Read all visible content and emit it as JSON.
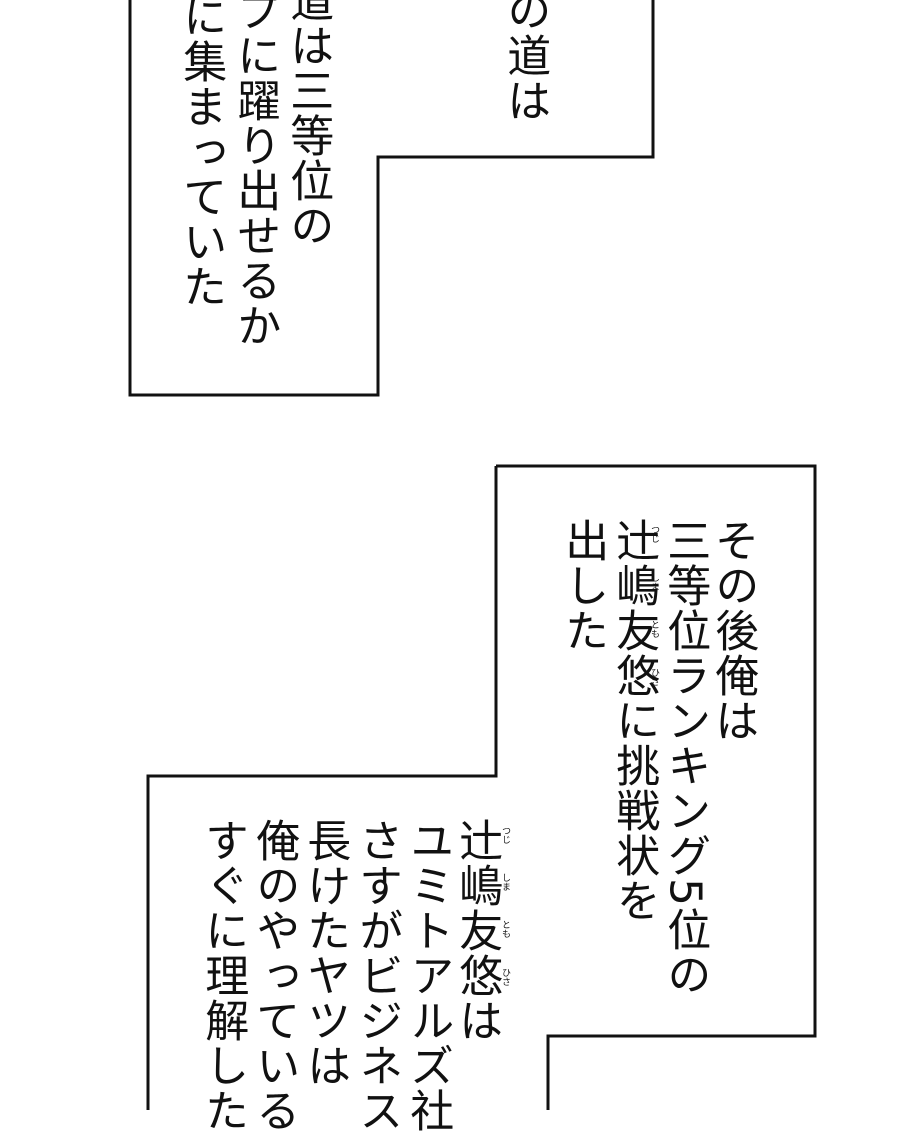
{
  "panel_top_left": {
    "columns": [
      "道は三等位の",
      "プに躍り出せるか",
      "に集まっていた"
    ]
  },
  "panel_top_right": {
    "columns": [
      "の道は"
    ]
  },
  "box_middle": {
    "columns": [
      "その後俺は",
      "三等位ランキング5位の",
      "辻嶋友悠に挑戦状を",
      "出した"
    ],
    "furigana": [
      "つじ",
      "しま",
      "とも",
      "ひさ"
    ]
  },
  "box_bottom": {
    "columns": [
      "辻嶋友悠は",
      "ユミトアルズ社",
      "さすがビジネス",
      "長けたヤツは",
      "俺のやっている",
      "すぐに理解した"
    ],
    "furigana": [
      "つじ",
      "しま",
      "とも",
      "ひさ"
    ]
  },
  "colors": {
    "border": "#111111",
    "text": "#111111",
    "background": "#ffffff"
  }
}
